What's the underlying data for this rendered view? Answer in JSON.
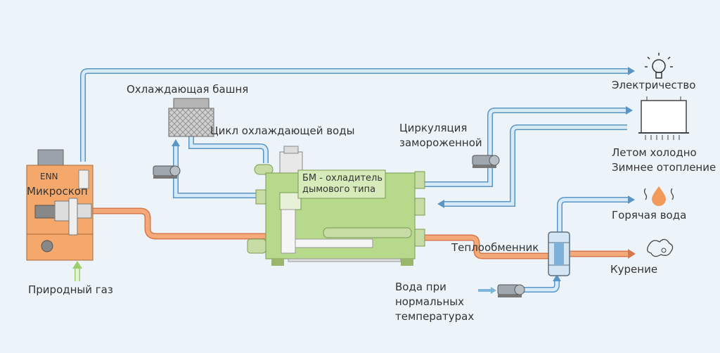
{
  "labels": {
    "cooling_tower": "Охлаждающая башня",
    "cooling_water_cycle": "Цикл охлаждающей воды",
    "electricity": "Электричество",
    "frozen_circulation_line1": "Циркуляция",
    "frozen_circulation_line2": "замороженной",
    "summer_cold": "Летом холодно",
    "winter_heating": "Зимнее отопление",
    "hot_water": "Горячая вода",
    "heat_exchanger": "Теплообменник",
    "smoking": "Курение",
    "normal_water_line1": "Вода при",
    "normal_water_line2": "нормальных",
    "normal_water_line3": "температурах",
    "natural_gas": "Природный газ",
    "microturbine": "Микроскоп",
    "brand": "ENN",
    "chiller_line1": "БМ - охладитель",
    "chiller_line2": "дымового типа"
  },
  "colors": {
    "background": "#ecf4fa",
    "chilled_pipe": "#b9dcef",
    "pipe_outline": "#5a95c8",
    "hot_pipe": "#f4a97b",
    "hot_pipe_outline": "#d8774a",
    "gas_pipe": "#cfe8b0",
    "engine_body": "#f4a86b",
    "chiller_body": "#b7d98c",
    "hot_water_drop": "#f29a5a"
  },
  "icons": [
    "lightbulb-icon",
    "water-drop-icon",
    "steam-icon",
    "pump-icon",
    "fan-coil-icon"
  ]
}
